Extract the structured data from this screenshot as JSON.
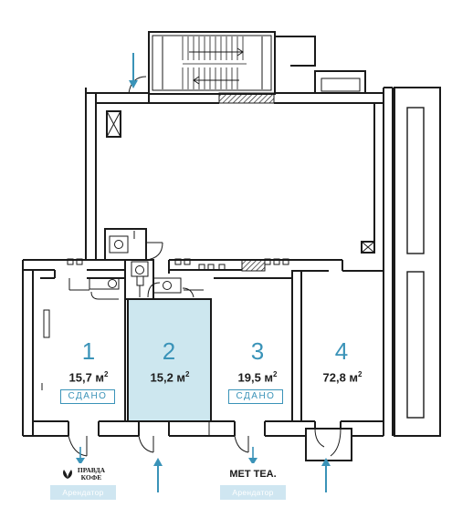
{
  "units": [
    {
      "number": "1",
      "area": "15,7 м",
      "status": "СДАНО"
    },
    {
      "number": "2",
      "area": "15,2 м",
      "status": ""
    },
    {
      "number": "3",
      "area": "19,5 м",
      "status": "СДАНО"
    },
    {
      "number": "4",
      "area": "72,8 м",
      "status": ""
    }
  ],
  "area_unit_sup": "2",
  "tenants": [
    {
      "logo_line1": "ПРАВДА",
      "logo_line2": "КОФЕ",
      "caption": "Арендатор"
    },
    {
      "logo_line1": "MET TEA.",
      "caption": "Арендатор"
    }
  ],
  "colors": {
    "accent": "#3a93b8",
    "highlight_fill": "#cde7ef",
    "wall": "#1a1a1a",
    "caption_bg": "#cfe6f1"
  }
}
